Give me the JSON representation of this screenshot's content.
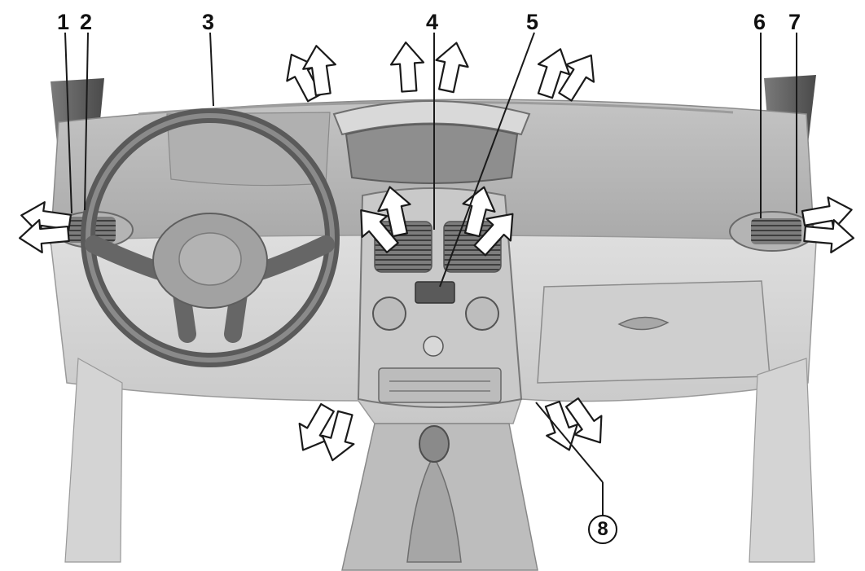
{
  "callouts": {
    "c1": "1",
    "c2": "2",
    "c3": "3",
    "c4": "4",
    "c5": "5",
    "c6": "6",
    "c7": "7",
    "c8": "8"
  },
  "colors": {
    "dash": "#b8b8b8",
    "dash_dark": "#8c8c8c",
    "dash_light": "#d6d6d6",
    "arrow_fill": "#ffffff",
    "line": "#222222"
  },
  "icons": {
    "vent_arrow": "vent-airflow-arrow-icon",
    "steering": "steering-wheel-icon"
  }
}
